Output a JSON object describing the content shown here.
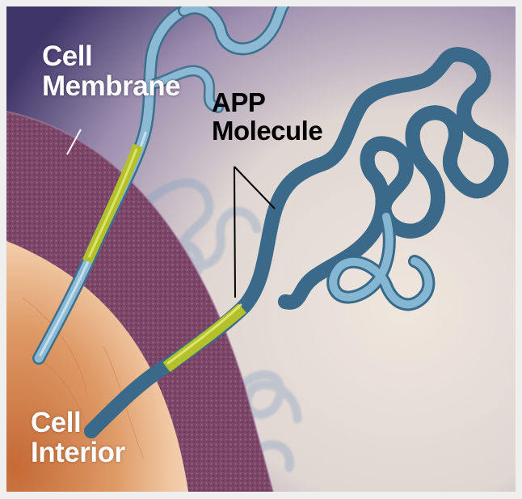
{
  "labels": {
    "membrane": [
      "Cell",
      "Membrane"
    ],
    "interior": [
      "Cell",
      "Interior"
    ],
    "app": [
      "APP",
      "Molecule"
    ]
  },
  "colors": {
    "frame": "#efefef",
    "background_light": "#e6ddd6",
    "background_purple": "#4b3f72",
    "membrane": "#7d4669",
    "interior": "#d98a54",
    "molecule": "#7fb0cc",
    "transmembrane_segment": "#b7c02a",
    "pointer_line": "#000000"
  },
  "icons": [
    "app-molecule-strand",
    "transmembrane-segment"
  ]
}
